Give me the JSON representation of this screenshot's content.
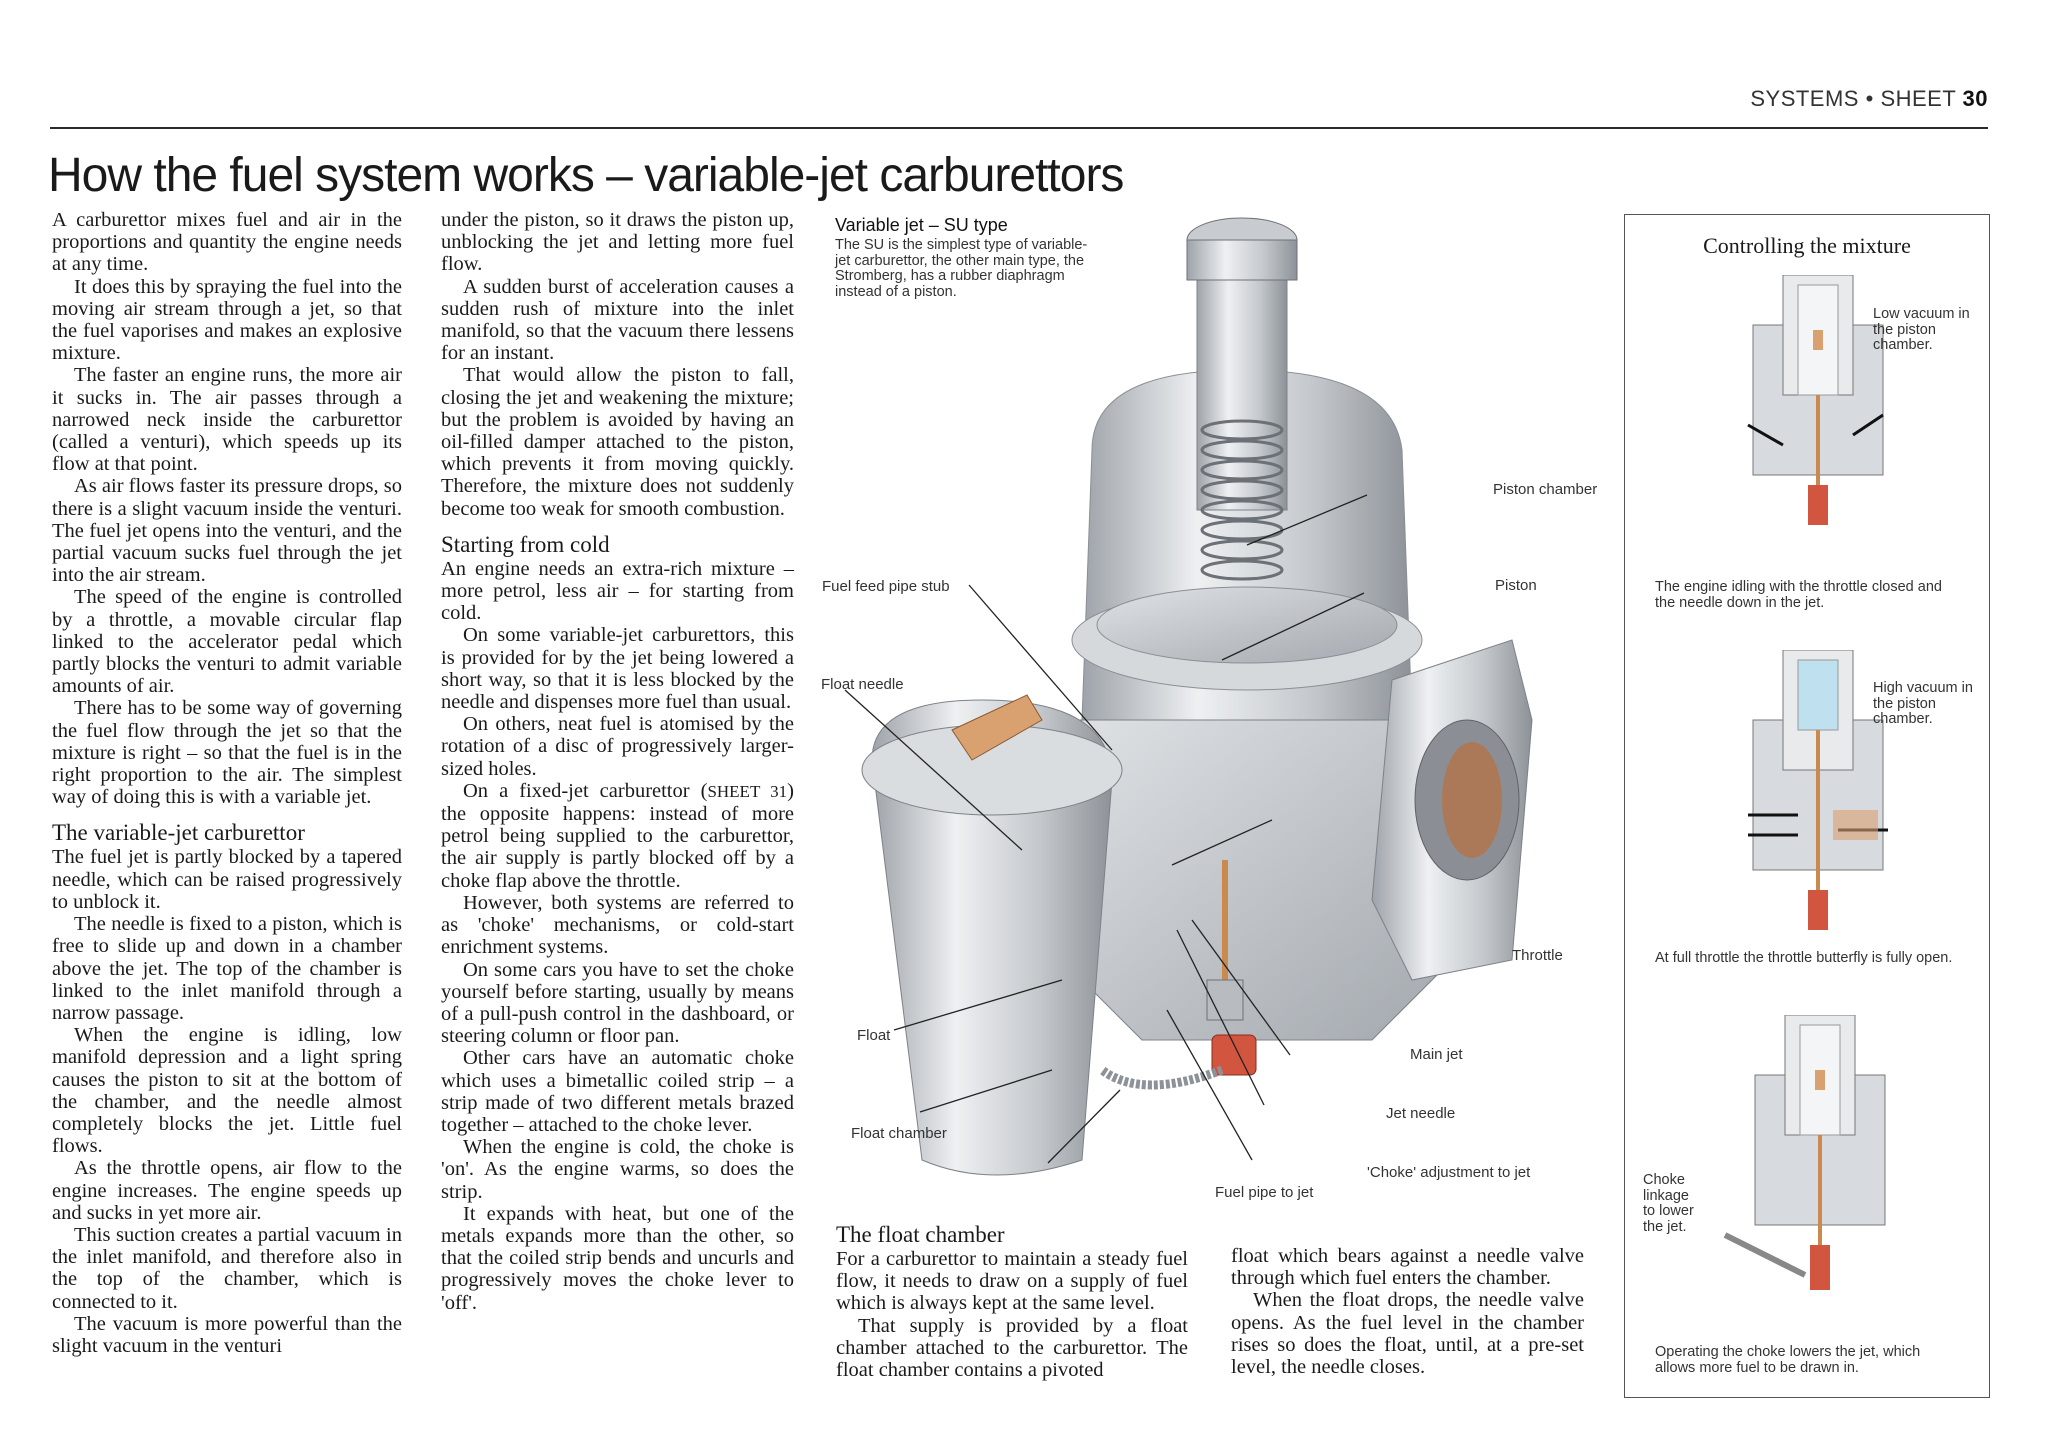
{
  "header": {
    "section": "SYSTEMS",
    "sep": "•",
    "sheet_word": "SHEET",
    "sheet_num": "30"
  },
  "title": "How the fuel system works – variable-jet carburettors",
  "col1": {
    "p1": "A carburettor mixes fuel and air in the proportions and quantity the engine needs at any time.",
    "p2": "It does this by spraying the fuel into the moving air stream through a jet, so that the fuel vaporises and makes an explosive mixture.",
    "p3": "The faster an engine runs, the more air it sucks in. The air passes through a narrowed neck inside the carburettor (called a venturi), which speeds up its flow at that point.",
    "p4": "As air flows faster its pressure drops, so there is a slight vacuum inside the venturi. The fuel jet opens into the venturi, and the partial vacuum sucks fuel through the jet into the air stream.",
    "p5": "The speed of the engine is controlled by a throttle, a movable circular flap linked to the accelerator pedal which partly blocks the venturi to admit variable amounts of air.",
    "p6": "There has to be some way of governing the fuel flow through the jet so that the mixture is right – so that the fuel is in the right proportion to the air. The simplest way of doing this is with a variable jet.",
    "h1": "The variable-jet carburettor",
    "p7": "The fuel jet is partly blocked by a tapered needle, which can be raised progressively to unblock it.",
    "p8": "The needle is fixed to a piston, which is free to slide up and down in a chamber above the jet. The top of the chamber is linked to the inlet manifold through a narrow passage.",
    "p9": "When the engine is idling, low manifold depression and a light spring causes the piston to sit at the bottom of the chamber, and the needle almost completely blocks the jet. Little fuel flows.",
    "p10": "As the throttle opens, air flow to the engine increases. The engine speeds up and sucks in yet more air.",
    "p11": "This suction creates a partial vacuum in the inlet manifold, and therefore also in the top of the chamber, which is connected to it.",
    "p12": "The vacuum is more powerful than the slight vacuum in the venturi"
  },
  "col2": {
    "p1": "under the piston, so it draws the piston up, unblocking the jet and letting more fuel flow.",
    "p2": "A sudden burst of acceleration causes a sudden rush of mixture into the inlet manifold, so that the vacuum there lessens for an instant.",
    "p3": "That would allow the piston to fall, closing the jet and weakening the mixture; but the problem is avoided by having an oil-filled damper attached to the piston, which prevents it from moving quickly. Therefore, the mixture does not suddenly become too weak for smooth combustion.",
    "h1": "Starting from cold",
    "p4": "An engine needs an extra-rich mixture – more petrol, less air – for starting from cold.",
    "p5": "On some variable-jet carburettors, this is provided for by the jet being lowered a short way, so that it is less blocked by the needle and dispenses more fuel than usual.",
    "p6": "On others, neat fuel is atomised by the rotation of a disc of progressively larger-sized holes.",
    "p7a": "On a fixed-jet carburettor (",
    "p7ref": "SHEET 31",
    "p7b": ") the opposite happens: instead of more petrol being supplied to the carburettor, the air supply is partly blocked off by a choke flap above the throttle.",
    "p8": "However, both systems are referred to as 'choke' mechanisms, or cold-start enrichment systems.",
    "p9": "On some cars you have to set the choke yourself before starting, usually by means of a pull-push control in the dashboard, or steering column or floor pan.",
    "p10": "Other cars have an automatic choke which uses a bimetallic coiled strip – a strip made of two different metals brazed together – attached to the choke lever.",
    "p11": "When the engine is cold, the choke is 'on'. As the engine warms, so does the strip.",
    "p12": "It expands with heat, but one of the metals expands more than the other, so that the coiled strip bends and uncurls and progressively moves the choke lever to 'off'."
  },
  "float_section": {
    "h1": "The float chamber",
    "p1": "For a carburettor to maintain a steady fuel flow, it needs to draw on a supply of fuel which is always kept at the same level.",
    "p2": "That supply is provided by a float chamber attached to the carburettor. The float chamber contains a pivoted",
    "p3": "float which bears against a needle valve through which fuel enters the chamber.",
    "p4": "When the float drops, the needle valve opens. As the fuel level in the chamber rises so does the float, until, at a pre-set level, the needle closes."
  },
  "diagram": {
    "title": "Variable jet – SU type",
    "desc": "The SU is the simplest type of variable-jet carburettor, the other main type, the Stromberg, has a rubber diaphragm instead of a piston.",
    "labels": {
      "piston_chamber": "Piston chamber",
      "piston": "Piston",
      "fuel_feed": "Fuel feed pipe stub",
      "float_needle": "Float needle",
      "throttle": "Throttle",
      "float": "Float",
      "main_jet": "Main jet",
      "jet_needle": "Jet needle",
      "float_chamber": "Float chamber",
      "choke_adj": "'Choke' adjustment to jet",
      "fuel_pipe": "Fuel pipe to jet"
    }
  },
  "panel": {
    "title": "Controlling the mixture",
    "note1": "Low vacuum in the piston chamber.",
    "cap1": "The engine idling with the throttle closed and the needle down in the jet.",
    "note2": "High vacuum in the piston chamber.",
    "cap2": "At full throttle the throttle butterfly is fully open.",
    "note3": "Choke linkage to lower the jet.",
    "cap3": "Operating the choke lowers the jet, which allows more fuel to be drawn in."
  },
  "colors": {
    "metal": "#c9ccd0",
    "copper": "#d9a070",
    "red": "#d2553f",
    "rule": "#2a2a2a"
  }
}
